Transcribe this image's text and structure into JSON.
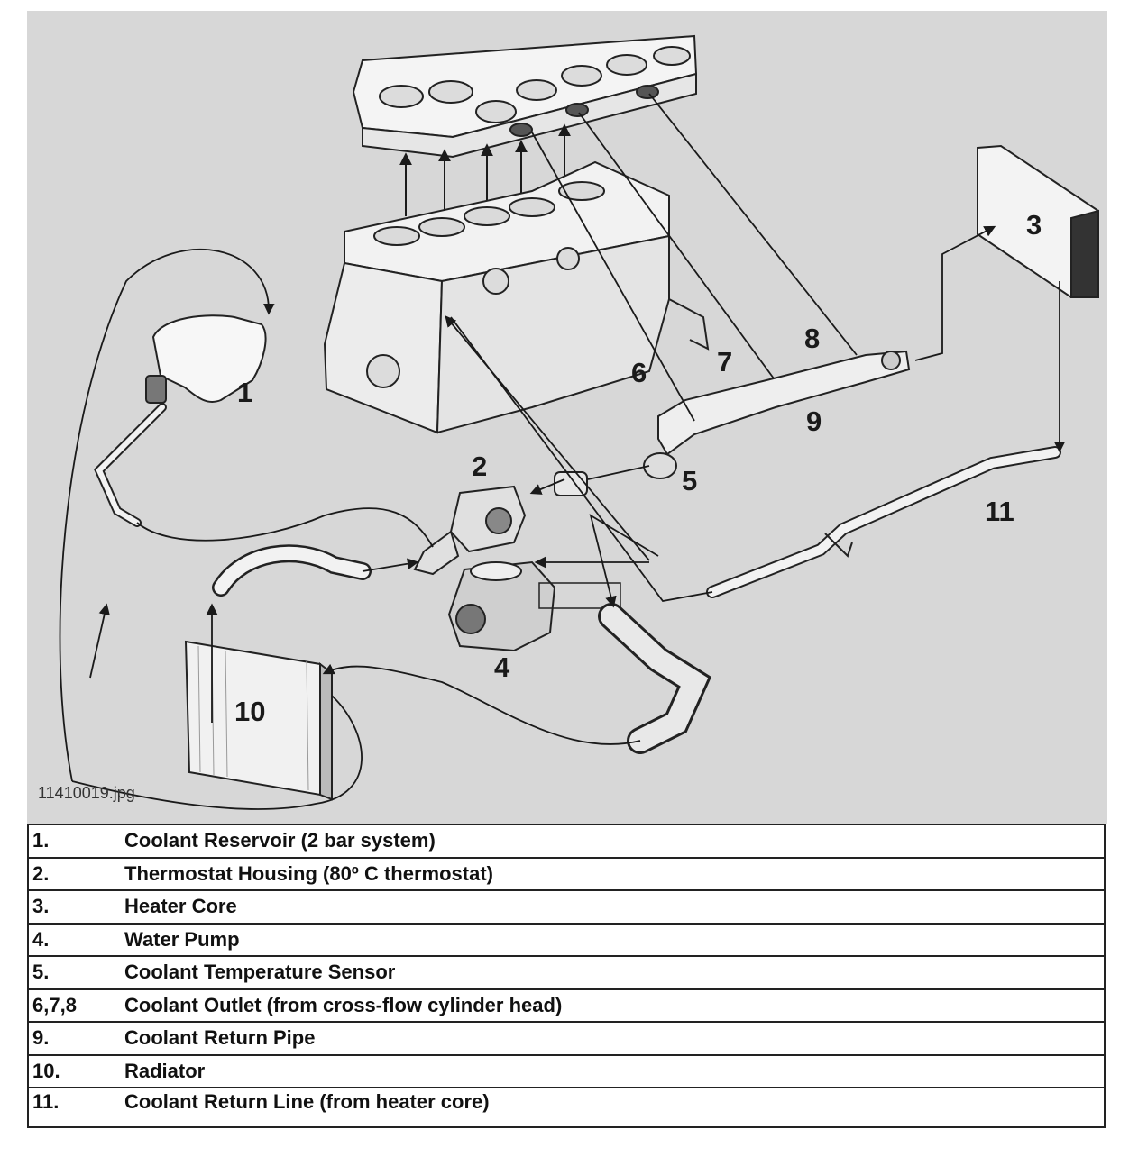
{
  "diagram": {
    "filename": "11410019.jpg",
    "callouts": {
      "c1": "1",
      "c2": "2",
      "c3": "3",
      "c4": "4",
      "c5": "5",
      "c6": "6",
      "c7": "7",
      "c8": "8",
      "c9": "9",
      "c10": "10",
      "c11": "11"
    }
  },
  "legend": {
    "rows": [
      {
        "num": "1.",
        "desc": "Coolant Reservoir (2 bar system)"
      },
      {
        "num": "2.",
        "desc": "Thermostat Housing (80º C thermostat)"
      },
      {
        "num": "3.",
        "desc": "Heater Core"
      },
      {
        "num": "4.",
        "desc": "Water Pump"
      },
      {
        "num": "5.",
        "desc": "Coolant Temperature Sensor"
      },
      {
        "num": "6,7,8",
        "desc": "Coolant Outlet (from cross-flow cylinder head)"
      },
      {
        "num": "9.",
        "desc": "Coolant Return Pipe"
      },
      {
        "num": "10.",
        "desc": "Radiator"
      },
      {
        "num": "11.",
        "desc": "Coolant Return Line (from heater core)"
      }
    ]
  }
}
